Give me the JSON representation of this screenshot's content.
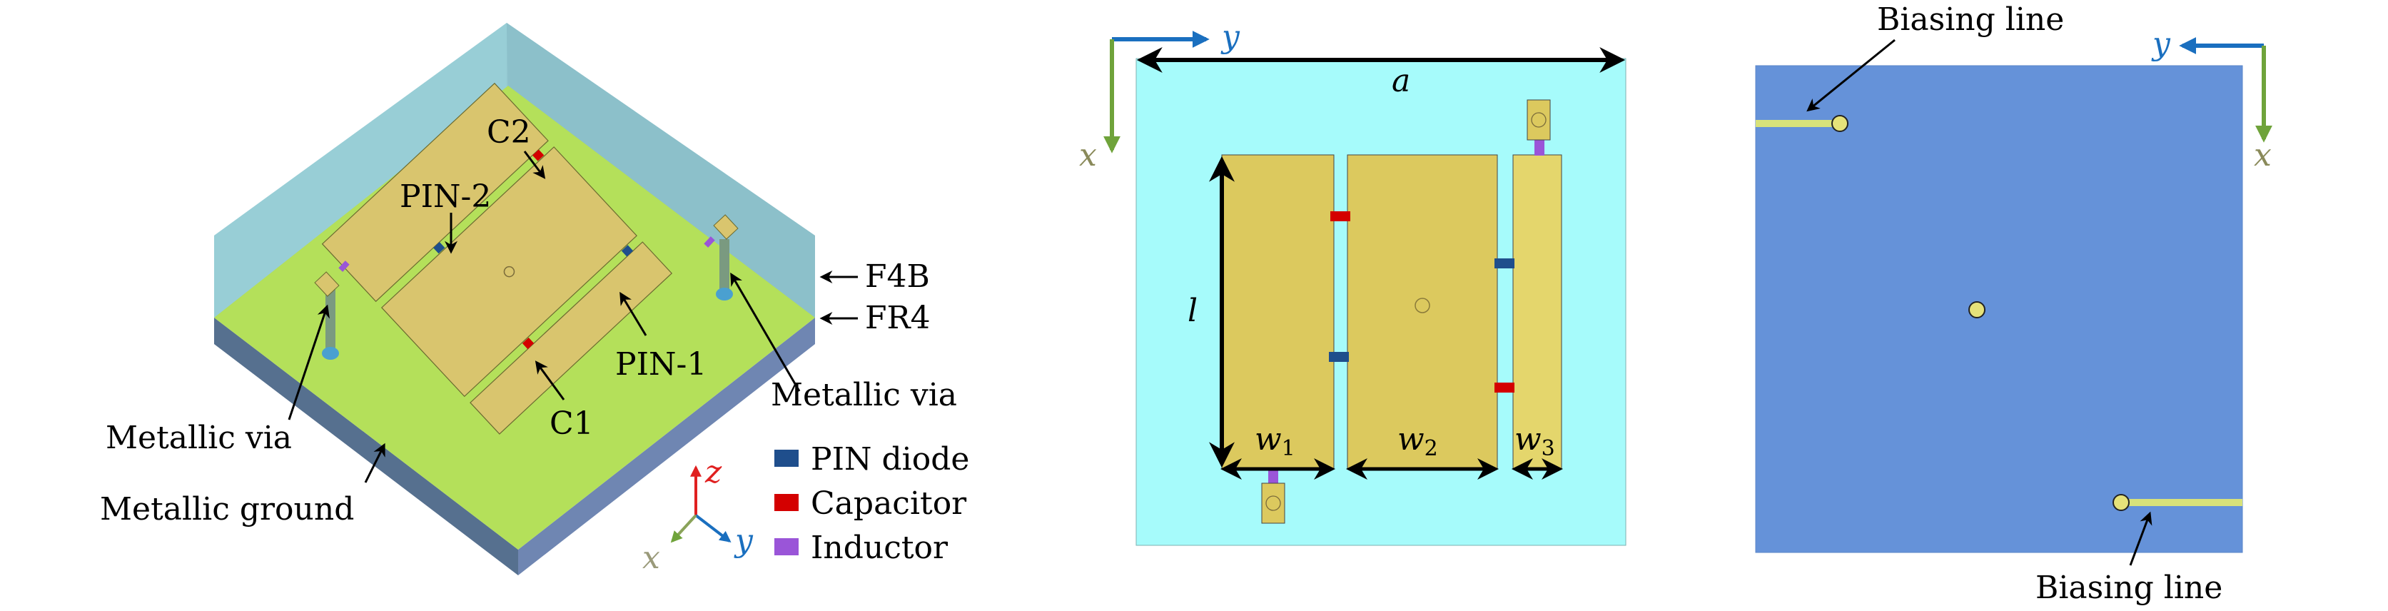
{
  "panel_a": {
    "labels": {
      "c2": "C2",
      "pin2": "PIN-2",
      "pin1": "PIN-1",
      "c1": "C1",
      "f4b": "F4B",
      "fr4": "FR4",
      "via_left": "Metallic via",
      "via_right": "Metallic via",
      "ground": "Metallic ground"
    },
    "axes": {
      "x": "x",
      "y": "y",
      "z": "z"
    },
    "legend": [
      {
        "label": "PIN diode",
        "color": "#1f4e8c"
      },
      {
        "label": "Capacitor",
        "color": "#d40000"
      },
      {
        "label": "Inductor",
        "color": "#9a55d8"
      }
    ]
  },
  "panel_b": {
    "axes": {
      "x": "x",
      "y": "y"
    },
    "dims": {
      "a": "a",
      "l": "l",
      "w1": "w",
      "w1_sub": "1",
      "w2": "w",
      "w2_sub": "2",
      "w3": "w",
      "w3_sub": "3"
    }
  },
  "panel_c": {
    "axes": {
      "x": "x",
      "y": "y"
    },
    "labels": {
      "bias_top": "Biasing line",
      "bias_bottom": "Biasing line"
    }
  },
  "colors": {
    "f4b": "#8ec7d0",
    "fr4_side": "#5f7ea6",
    "top_green": "#b4e05a",
    "patch": "#d9c56e",
    "cyan": "#a6fbfb",
    "blue_ground": "#6592d9",
    "pin": "#1f4e8c",
    "cap": "#d40000",
    "ind": "#9a55d8",
    "axis_x": "#6fa33a",
    "axis_y": "#1a6fbf",
    "axis_z": "#e02020"
  }
}
